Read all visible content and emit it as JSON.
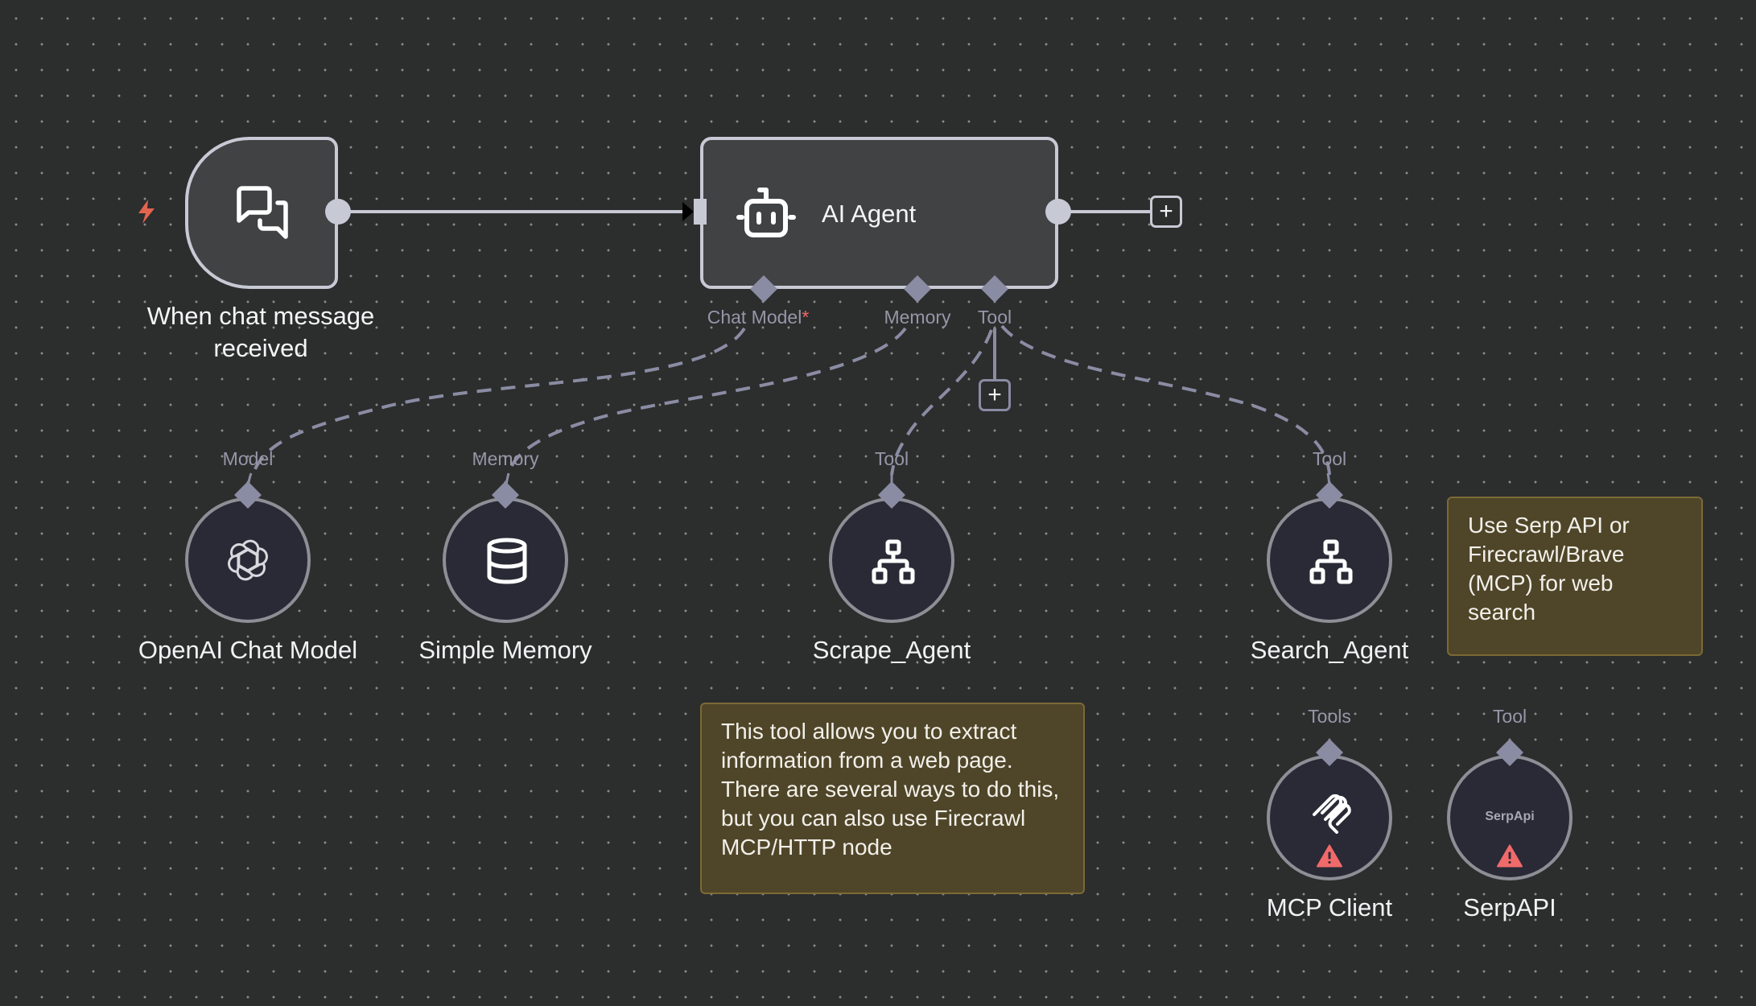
{
  "canvas": {
    "background": "#2c2d2d",
    "edge_color": "#c7cad4",
    "dashed_edge_color": "#8a8ca3",
    "accent_warning": "#f06a6a",
    "trigger_bolt_color": "#e2644f"
  },
  "nodes": {
    "trigger": {
      "label_line1": "When chat message",
      "label_line2": "received",
      "icon": "chat-bubbles-icon",
      "badge_icon": "lightning-bolt-icon"
    },
    "agent": {
      "title": "AI Agent",
      "icon": "robot-icon",
      "ports": {
        "chat_model": "Chat Model",
        "chat_model_required": "*",
        "memory": "Memory",
        "tool": "Tool"
      },
      "add_button": "+"
    },
    "openai": {
      "name": "OpenAI Chat Model",
      "port_label": "Model",
      "icon": "openai-logo-icon"
    },
    "memory": {
      "name": "Simple Memory",
      "port_label": "Memory",
      "icon": "database-icon"
    },
    "scrape_agent": {
      "name": "Scrape_Agent",
      "port_label": "Tool",
      "icon": "sitemap-icon"
    },
    "search_agent": {
      "name": "Search_Agent",
      "port_label": "Tool",
      "icon": "sitemap-icon"
    },
    "mcp_client": {
      "name": "MCP Client",
      "port_label": "Tools",
      "icon": "mcp-logo-icon",
      "status": "warning"
    },
    "serpapi": {
      "name": "SerpAPI",
      "port_label": "Tool",
      "icon_text": "SerpApi",
      "status": "warning"
    },
    "tool_add_button": "+"
  },
  "notes": {
    "scrape": "This tool allows you to extract information from a web page. There are several ways to do this, but you can also use Firecrawl MCP/HTTP node",
    "search": "Use Serp API or Firecrawl/Brave (MCP) for web search"
  }
}
